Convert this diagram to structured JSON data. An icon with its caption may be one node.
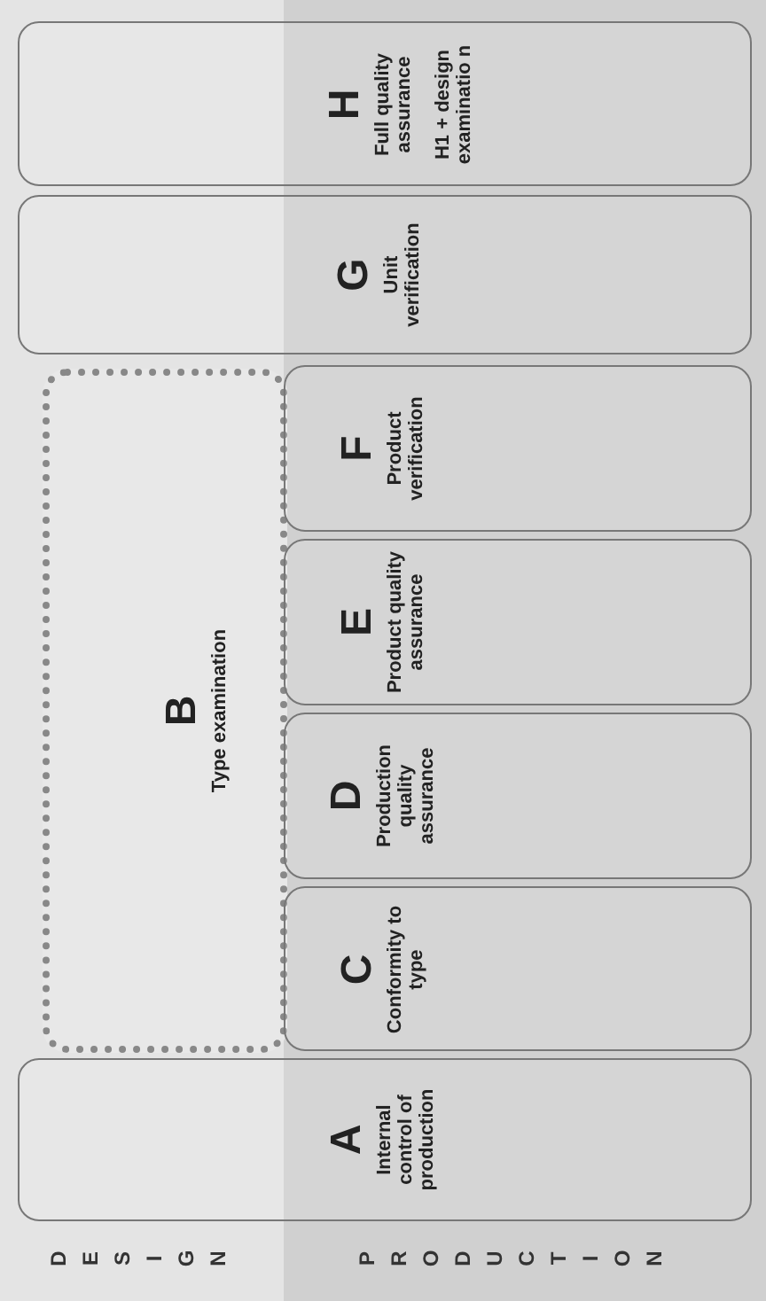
{
  "diagram": {
    "nodes": [
      {
        "text": [
          "H",
          "Full quality assurance",
          "H1 + design examinatio n"
        ]
      },
      {
        "text": [
          "G",
          "Unit verification"
        ]
      },
      {
        "text": [
          "B",
          "Type examination"
        ]
      },
      {
        "text": [
          "F",
          "Product verification"
        ]
      },
      {
        "text": [
          "E",
          "Product quality assurance"
        ]
      },
      {
        "text": [
          "D",
          "Production quality assurance"
        ]
      },
      {
        "text": [
          "C",
          "Conformity to type"
        ]
      },
      {
        "text": [
          "A",
          "Internal control of production"
        ]
      }
    ],
    "labels": [
      "DESIGN",
      "PRODUCTION"
    ]
  }
}
